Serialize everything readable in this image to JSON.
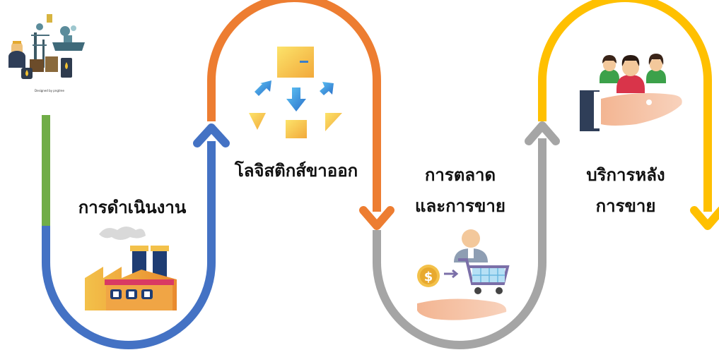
{
  "stages": [
    {
      "id": "operations",
      "label": "การดำเนินงาน",
      "color": "#4472C4",
      "icon": "factory-icon"
    },
    {
      "id": "outbound",
      "label": "โลจิสติกส์ขาออก",
      "color": "#ED7D31",
      "icon": "distribution-boxes-icon"
    },
    {
      "id": "marketing",
      "label_line1": "การตลาด",
      "label_line2": "และการขาย",
      "color": "#A5A5A5",
      "icon": "shopping-cart-payment-icon"
    },
    {
      "id": "service",
      "label_line1": "บริการหลัง",
      "label_line2": "การขาย",
      "color": "#FFC000",
      "icon": "customers-in-hand-icon"
    }
  ],
  "inbound": {
    "color": "#70AD47",
    "icon": "oil-industry-icon",
    "credit": "Designed by pngtree"
  }
}
